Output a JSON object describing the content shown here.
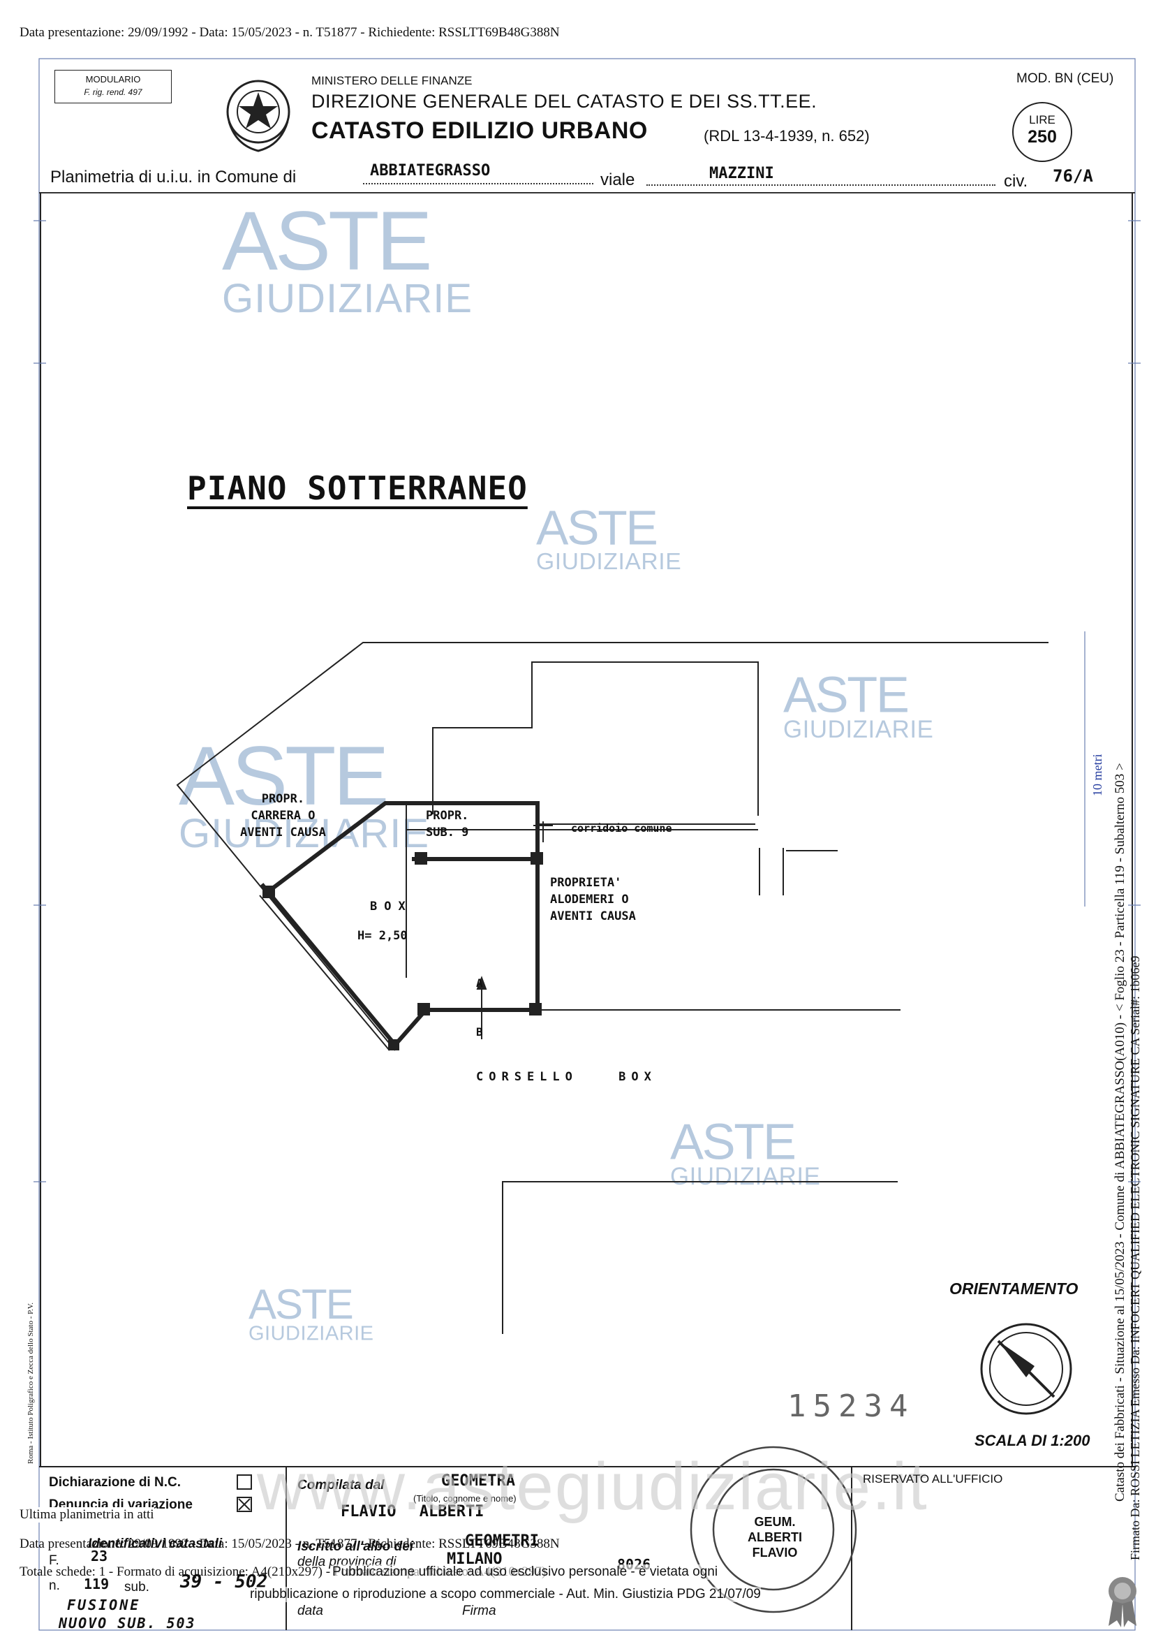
{
  "top_line": "Data presentazione: 29/09/1992 - Data: 15/05/2023 - n. T51877 - Richiedente: RSSLTT69B48G388N",
  "header": {
    "modulario": "MODULARIO",
    "modulario_sub": "F. rig. rend. 497",
    "ministero": "MINISTERO DELLE FINANZE",
    "direzione": "DIREZIONE GENERALE DEL CATASTO E DEI SS.TT.EE.",
    "catasto": "CATASTO EDILIZIO URBANO",
    "rdl": "(RDL 13-4-1939, n. 652)",
    "mod": "MOD. BN (CEU)",
    "lire_label": "LIRE",
    "lire_value": "250"
  },
  "plan_line": {
    "prefix": "Planimetria di u.i.u. in Comune di",
    "comune": "ABBIATEGRASSO",
    "via_label": "viale",
    "via": "MAZZINI",
    "civ_label": "civ.",
    "civ": "76/A"
  },
  "watermark": {
    "line1": "ASTE",
    "line2": "GIUDIZIARIE"
  },
  "plan": {
    "title": "PIANO SOTTERRANEO",
    "propr_carrera": [
      "PROPR.",
      "CARRERA O",
      "AVENTI CAUSA"
    ],
    "propr_sub": [
      "PROPR.",
      "SUB. 9"
    ],
    "corridoio": "corridoio comune",
    "proprieta_alodemerri": [
      "PROPRIETA'",
      "ALODEMERI O",
      "AVENTI CAUSA"
    ],
    "box": "BOX",
    "box_h": "H= 2,50",
    "corsello": "CORSELLO BOX",
    "arrow_a": "A",
    "arrow_b": "B",
    "stamp_number": "15234"
  },
  "orientamento": "ORIENTAMENTO",
  "scala": "SCALA DI 1:200",
  "footer": {
    "dichiarazione": "Dichiarazione di N.C.",
    "denuncia": "Denuncia di variazione",
    "identificativi": "Identificativi catastali",
    "f_label": "F.",
    "f_val": "23",
    "n_label": "n.",
    "n_val": "119",
    "sub_label": "sub.",
    "sub_val": "39 - 502",
    "fusione": "FUSIONE",
    "nuovo_sub": "NUOVO SUB. 503",
    "compilata": "Compilata dal",
    "geometra": "GEOMETRA",
    "titolo": "(Titolo, cognome e nome)",
    "nome": "FLAVIO ALBERTI",
    "iscritto": "Iscritto all'albo dei",
    "geometri": "GEOMETRI",
    "provincia": "della provincia di",
    "provincia_val": "MILANO",
    "num": "8026",
    "data": "data",
    "firma": "Firma",
    "riservato": "RISERVATO ALL'UFFICIO",
    "stamp": "GEUM. ALBERTI FLAVIO",
    "ultima": "Ultima planimetria in atti",
    "overlay1": "Data presentazione: 29/09/1992 - Data: 15/05/2023 - n. T51877 - Richiedente: RSSLTT69B48G388N",
    "overlay2": "Totale schede: 1 - Formato di acquisizione: A4(210x297) - Formato stampa richiesto: A4(210x297)",
    "pubblicazione": "Pubblicazione ufficiale ad uso esclusivo personale - è vietata ogni",
    "ripubblicazione": "ripubblicazione o riproduzione a scopo commerciale - Aut. Min. Giustizia PDG 21/07/09",
    "website": "www.astegiudiziarie.it",
    "printer": "Roma - Istituto Poligrafico e Zecca dello Stato - P.V."
  },
  "side": {
    "metri": "10 metri",
    "catasto_line": "Catasto dei Fabbricati - Situazione al 15/05/2023 - Comune di ABBIATEGRASSO(A010) - < Foglio 23 - Particella 119 - Subalterno 503 >",
    "firmato": "Firmato Da: ROSSI LETIZIA Emesso Da: INFOCERT QUALIFIED ELECTRONIC SIGNATURE CA Serial#: 1b06e9"
  }
}
